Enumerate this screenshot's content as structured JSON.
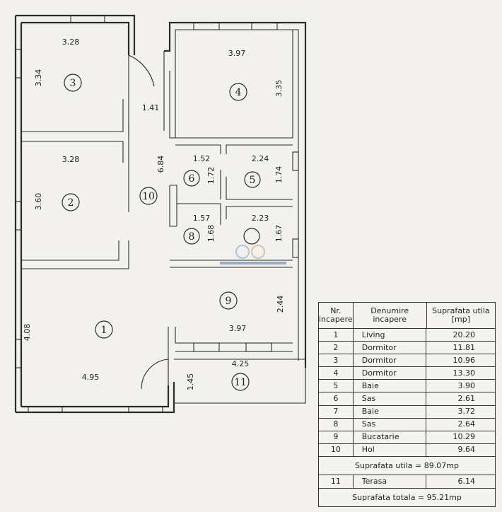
{
  "plan": {
    "dimensions": {
      "r3_width": "3.28",
      "r3_height": "3.34",
      "r2_width": "3.28",
      "r2_height": "3.60",
      "r1_height": "4.08",
      "r1_width": "4.95",
      "corridor_width": "1.41",
      "hall_length": "6.84",
      "r4_width": "3.97",
      "r4_height": "3.35",
      "r6_width": "1.52",
      "r6_height": "1.72",
      "r5_width": "2.24",
      "r5_height": "1.74",
      "r8_width": "1.57",
      "r8_height": "1.68",
      "r7_width": "2.23",
      "r7_height": "1.67",
      "r9_height": "2.44",
      "r9_width": "3.97",
      "r11_width": "4.25",
      "r11_height": "1.45"
    },
    "room_numbers": {
      "r1": "1",
      "r2": "2",
      "r3": "3",
      "r4": "4",
      "r5": "5",
      "r6": "6",
      "r8": "8",
      "r9": "9",
      "r10": "10",
      "r11": "11"
    }
  },
  "legend": {
    "headers": {
      "nr": "Nr.\nincapere",
      "name": "Denumire\nincapere",
      "area": "Suprafata utila\n[mp]"
    },
    "rows": [
      {
        "nr": "1",
        "name": "Living",
        "area": "20.20"
      },
      {
        "nr": "2",
        "name": "Dormitor",
        "area": "11.81"
      },
      {
        "nr": "3",
        "name": "Dormitor",
        "area": "10.96"
      },
      {
        "nr": "4",
        "name": "Dormitor",
        "area": "13.30"
      },
      {
        "nr": "5",
        "name": "Baie",
        "area": "3.90"
      },
      {
        "nr": "6",
        "name": "Sas",
        "area": "2.61"
      },
      {
        "nr": "7",
        "name": "Baie",
        "area": "3.72"
      },
      {
        "nr": "8",
        "name": "Sas",
        "area": "2.64"
      },
      {
        "nr": "9",
        "name": "Bucatarie",
        "area": "10.29"
      },
      {
        "nr": "10",
        "name": "Hol",
        "area": "9.64"
      }
    ],
    "useful_total": "Suprafata utila = 89.07mp",
    "terrace": {
      "nr": "11",
      "name": "Terasa",
      "area": "6.14"
    },
    "grand_total": "Suprafata totala = 95.21mp"
  }
}
